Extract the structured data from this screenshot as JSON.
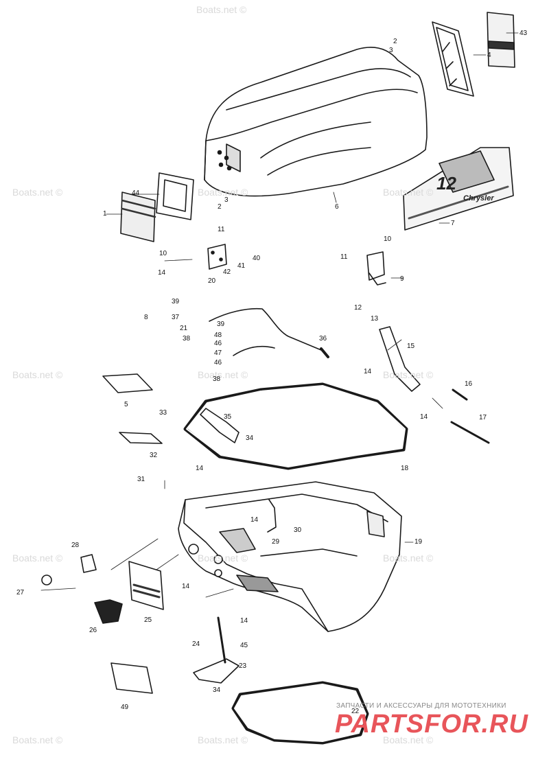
{
  "watermark": "Boats.net ©",
  "decal": {
    "number": "12",
    "brand": "Chrysler"
  },
  "brand": {
    "tagline": "ЗАПЧАСТИ И АКСЕССУАРЫ ДЛЯ МОТОТЕХНИКИ",
    "logo": "PARTSFOR.RU"
  },
  "callouts": [
    "1",
    "2",
    "3",
    "2",
    "3",
    "4",
    "6",
    "7",
    "9",
    "10",
    "10",
    "11",
    "11",
    "12",
    "13",
    "14",
    "14",
    "14",
    "14",
    "14",
    "14",
    "14",
    "15",
    "16",
    "17",
    "18",
    "19",
    "20",
    "21",
    "22",
    "23",
    "24",
    "25",
    "26",
    "27",
    "28",
    "29",
    "30",
    "31",
    "32",
    "33",
    "34",
    "34",
    "35",
    "36",
    "37",
    "38",
    "38",
    "39",
    "39",
    "40",
    "41",
    "42",
    "43",
    "44",
    "45",
    "46",
    "46",
    "47",
    "48",
    "49",
    "5",
    "8"
  ]
}
